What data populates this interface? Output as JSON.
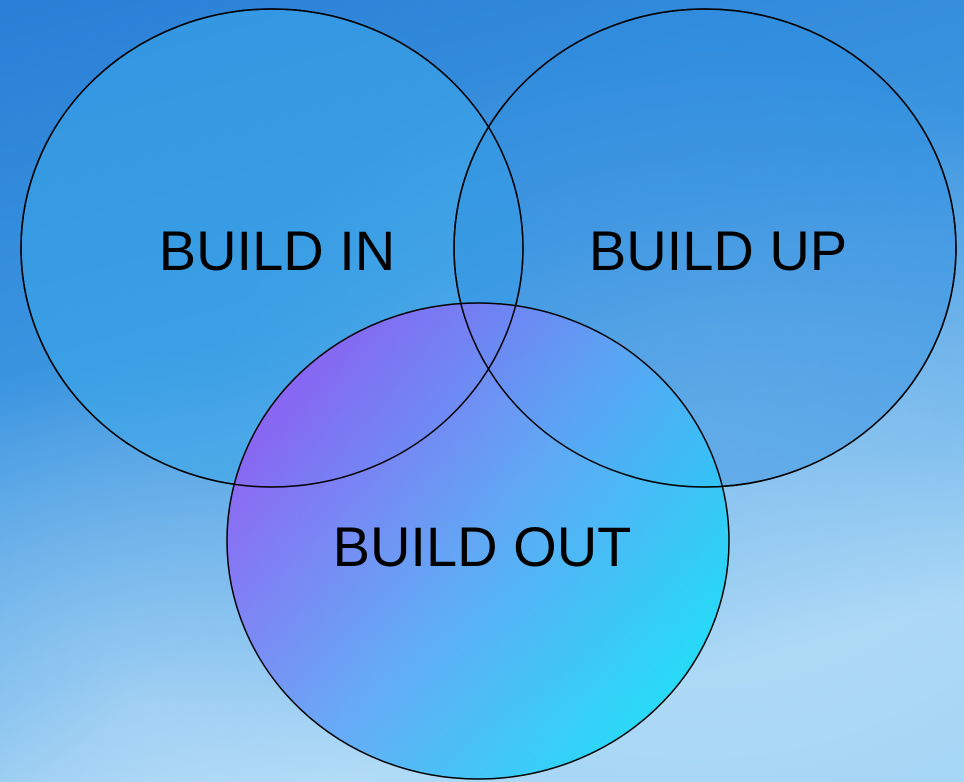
{
  "diagram": {
    "type": "venn",
    "circles": [
      {
        "id": "build-in",
        "label": "BUILD IN"
      },
      {
        "id": "build-up",
        "label": "BUILD UP"
      },
      {
        "id": "build-out",
        "label": "BUILD OUT"
      }
    ]
  },
  "colors": {
    "sky_top": "#2f86d8",
    "sky_bottom": "#8fc9f2",
    "circle_outline": "#000000",
    "build_out_gradient_start": "#9b4cf2",
    "build_out_gradient_mid": "#5aa6f6",
    "build_out_gradient_end": "#05e0f7",
    "label_color": "#000000"
  }
}
